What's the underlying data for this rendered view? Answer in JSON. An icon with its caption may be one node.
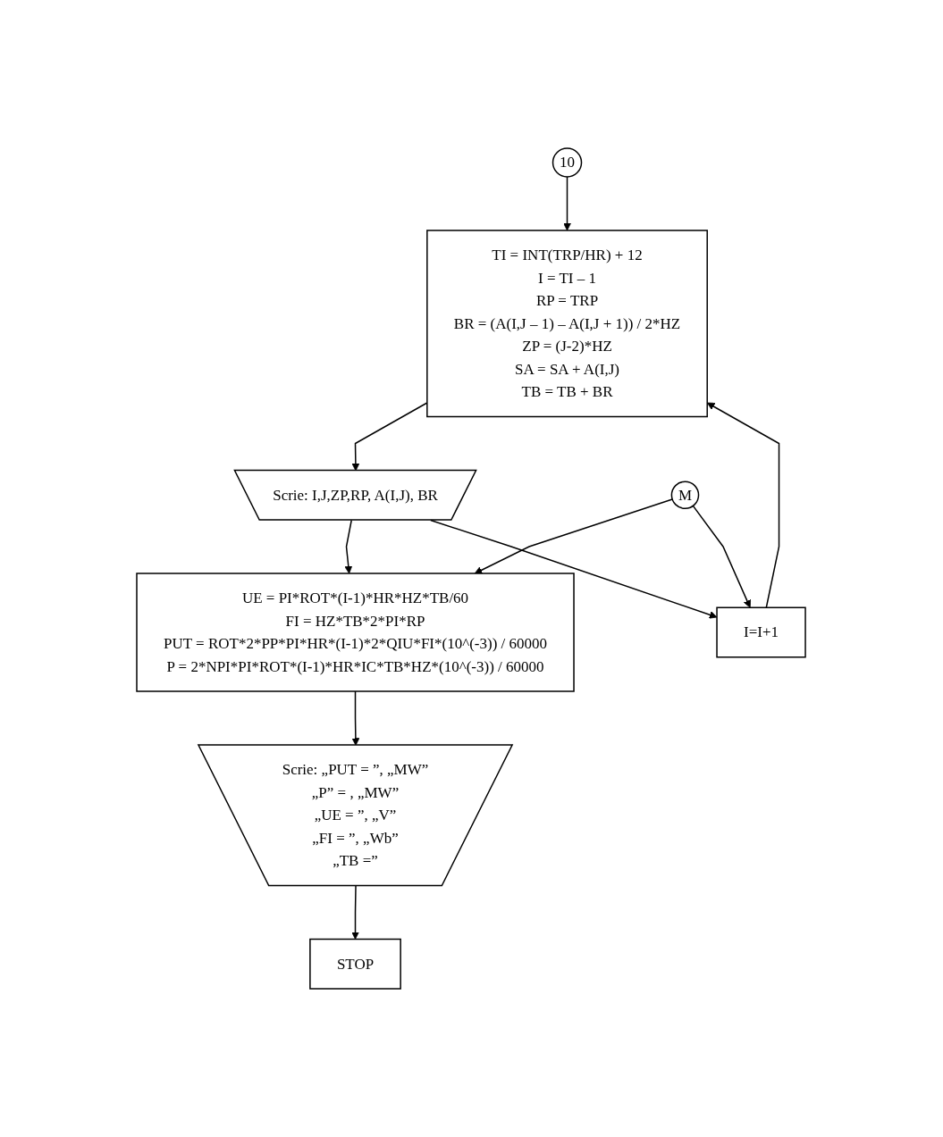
{
  "diagram": {
    "nodes": [
      {
        "text": [
          "10"
        ]
      },
      {
        "text": [
          "I=I+1"
        ]
      },
      {
        "text": [
          "TI = INT(TRP/HR) + 12",
          "I = TI – 1",
          "RP = TRP",
          "BR = (A(I,J – 1) – A(I,J + 1)) / 2*HZ",
          "ZP = (J-2)*HZ",
          "SA = SA + A(I,J)",
          "TB = TB + BR"
        ]
      },
      {
        "text": [
          "Scrie: I,J,ZP,RP, A(I,J), BR"
        ]
      },
      {
        "text": [
          "M"
        ]
      },
      {
        "text": [
          "UE = PI*ROT*(I-1)*HR*HZ*TB/60",
          "FI = HZ*TB*2*PI*RP",
          "PUT = ROT*2*PP*PI*HR*(I-1)*2*QIU*FI*(10^(-3)) / 60000",
          "P =  2*NPI*PI*ROT*(I-1)*HR*IC*TB*HZ*(10^(-3)) / 60000"
        ]
      },
      {
        "text": [
          "Scrie: „PUT = ”, „MW”",
          "„P” = , „MW”",
          "„UE = ”, „V”",
          "„FI = ”, „Wb”",
          "„TB =”"
        ]
      },
      {
        "text": [
          "STOP"
        ]
      }
    ],
    "edges": [
      {
        "from": 0,
        "to": 2,
        "arrow": "to"
      },
      {
        "from": 1,
        "to": 2,
        "arrow": "to"
      },
      {
        "from": 2,
        "to": 3,
        "arrow": "to"
      },
      {
        "from": 3,
        "to": 5,
        "arrow": "to"
      },
      {
        "from": 3,
        "to": 1,
        "arrow": "to"
      },
      {
        "from": 4,
        "to": 5,
        "arrow": "to"
      },
      {
        "from": 4,
        "to": 1,
        "arrow": "to"
      },
      {
        "from": 5,
        "to": 6,
        "arrow": "to"
      },
      {
        "from": 6,
        "to": 7,
        "arrow": "to"
      }
    ]
  }
}
